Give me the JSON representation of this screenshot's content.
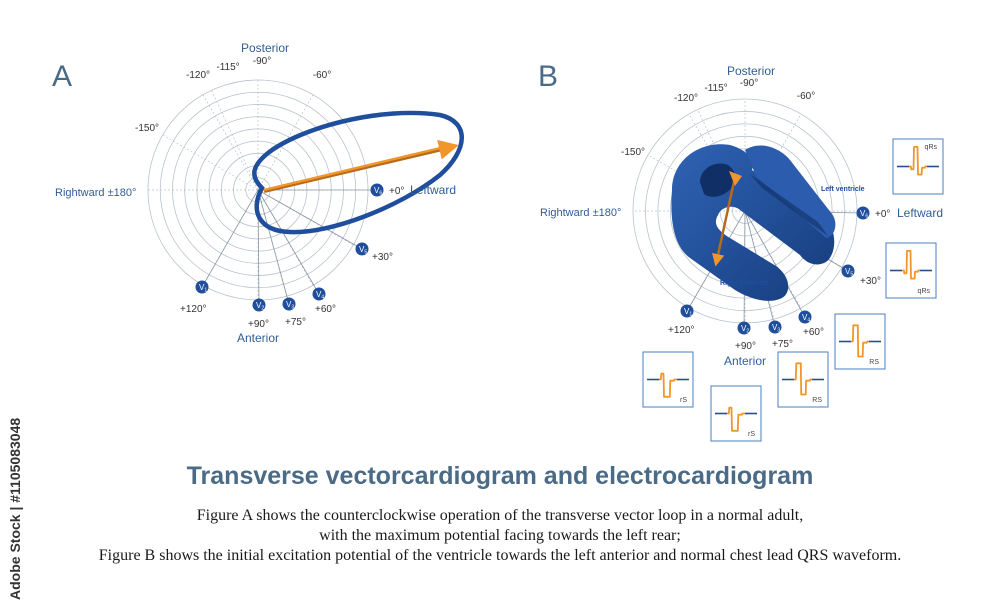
{
  "panels": [
    {
      "letter": "A",
      "label_posterior": "Posterior",
      "label_anterior": "Anterior",
      "label_rightward": "Rightward ±180°",
      "label_leftward": "Leftward",
      "angles": {
        "m90": "-90°",
        "m60": "-60°",
        "m115": "-115°",
        "m120": "-120°",
        "m150": "-150°",
        "p0": "+0°",
        "p30": "+30°",
        "p60": "+60°",
        "p75": "+75°",
        "p90": "+90°",
        "p120": "+120°"
      },
      "leads": [
        "V1",
        "V2",
        "V3",
        "V4",
        "V5",
        "V6"
      ]
    },
    {
      "letter": "B",
      "label_posterior": "Posterior",
      "label_anterior": "Anterior",
      "label_rightward": "Rightward ±180°",
      "label_leftward": "Leftward",
      "label_left_ventricle": "Left ventricle",
      "label_right_ventricle": "Right ventricle",
      "angles": {
        "m90": "-90°",
        "m60": "-60°",
        "m115": "-115°",
        "m120": "-120°",
        "m150": "-150°",
        "p0": "+0°",
        "p30": "+30°",
        "p60": "+60°",
        "p75": "+75°",
        "p90": "+90°",
        "p120": "+120°"
      },
      "leads": [
        "V1",
        "V2",
        "V3",
        "V4",
        "V5",
        "V6"
      ],
      "waveforms": [
        {
          "lead": "V6",
          "label": "qRs"
        },
        {
          "lead": "V5",
          "label": "qRs"
        },
        {
          "lead": "V4",
          "label": "RS"
        },
        {
          "lead": "V3",
          "label": "RS"
        },
        {
          "lead": "V2",
          "label": "rS"
        },
        {
          "lead": "V1",
          "label": "rS"
        }
      ]
    }
  ],
  "title": "Transverse vectorcardiogram and electrocardiogram",
  "caption": [
    "Figure A shows the counterclockwise operation of the transverse vector loop in a normal adult,",
    "with the maximum potential facing towards the left rear;",
    "Figure B shows the initial excitation potential of the ventricle towards the left anterior and normal chest lead QRS waveform."
  ],
  "watermark": "Adobe Stock | #1105083048",
  "colors": {
    "title": "#4a6a86",
    "loop": "#1f4e9c",
    "arrow": "#f0962b",
    "lead_badge": "#1f4e9c",
    "grid": "#b9c2cc",
    "ecg_line": "#2a4f86",
    "ecg_wave": "#f0962b"
  }
}
